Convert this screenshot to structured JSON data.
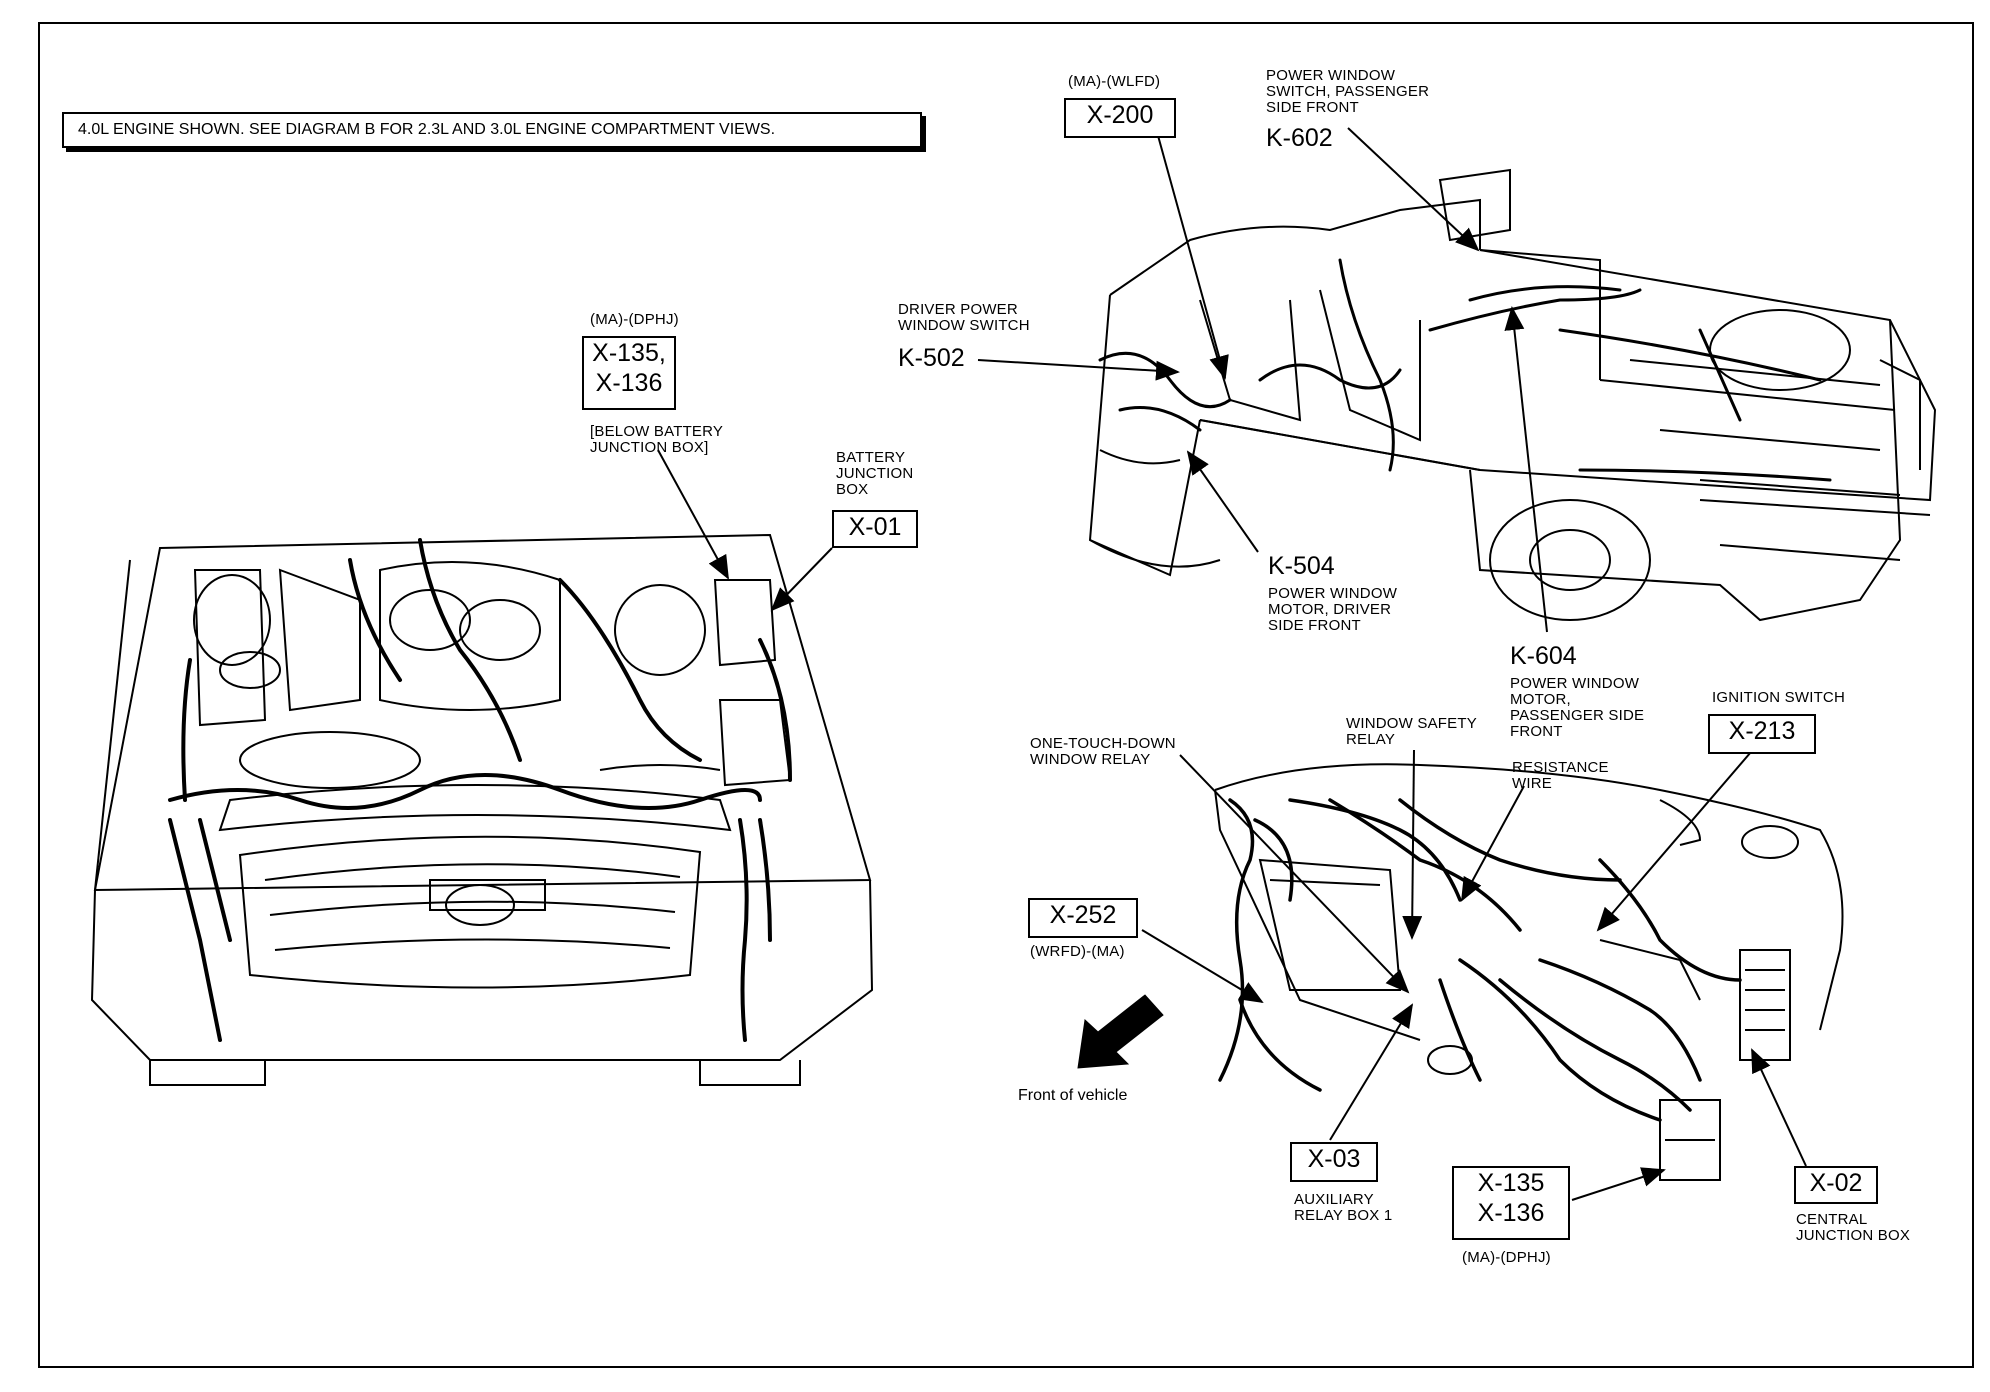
{
  "note": "4.0L ENGINE SHOWN. SEE DIAGRAM B FOR 2.3L AND 3.0L ENGINE COMPARTMENT VIEWS.",
  "engine": {
    "x135_code": "(MA)-(DPHJ)",
    "x135_box_line1": "X-135,",
    "x135_box_line2": "X-136",
    "x135_desc_line1": "[BELOW BATTERY",
    "x135_desc_line2": "JUNCTION BOX]",
    "bjb_line1": "BATTERY",
    "bjb_line2": "JUNCTION",
    "bjb_line3": "BOX",
    "bjb_box": "X-01"
  },
  "truck": {
    "x200_code": "(MA)-(WLFD)",
    "x200_box": "X-200",
    "k602_line1": "POWER WINDOW",
    "k602_line2": "SWITCH, PASSENGER",
    "k602_line3": "SIDE FRONT",
    "k602_id": "K-602",
    "k502_line1": "DRIVER POWER",
    "k502_line2": "WINDOW SWITCH",
    "k502_id": "K-502",
    "k504_id": "K-504",
    "k504_line1": "POWER WINDOW",
    "k504_line2": "MOTOR, DRIVER",
    "k504_line3": "SIDE FRONT",
    "k604_id": "K-604",
    "k604_line1": "POWER WINDOW",
    "k604_line2": "MOTOR,",
    "k604_line3": "PASSENGER SIDE",
    "k604_line4": "FRONT"
  },
  "dash": {
    "ignition_label": "IGNITION SWITCH",
    "x213_box": "X-213",
    "wsr_line1": "WINDOW SAFETY",
    "wsr_line2": "RELAY",
    "res_line1": "RESISTANCE",
    "res_line2": "WIRE",
    "otd_line1": "ONE-TOUCH-DOWN",
    "otd_line2": "WINDOW RELAY",
    "x252_box": "X-252",
    "x252_code": "(WRFD)-(MA)",
    "front_label": "Front of vehicle",
    "x03_box": "X-03",
    "x03_line1": "AUXILIARY",
    "x03_line2": "RELAY BOX 1",
    "x135b_line1": "X-135",
    "x135b_line2": "X-136",
    "x135b_code": "(MA)-(DPHJ)",
    "x02_box": "X-02",
    "x02_line1": "CENTRAL",
    "x02_line2": "JUNCTION BOX"
  }
}
